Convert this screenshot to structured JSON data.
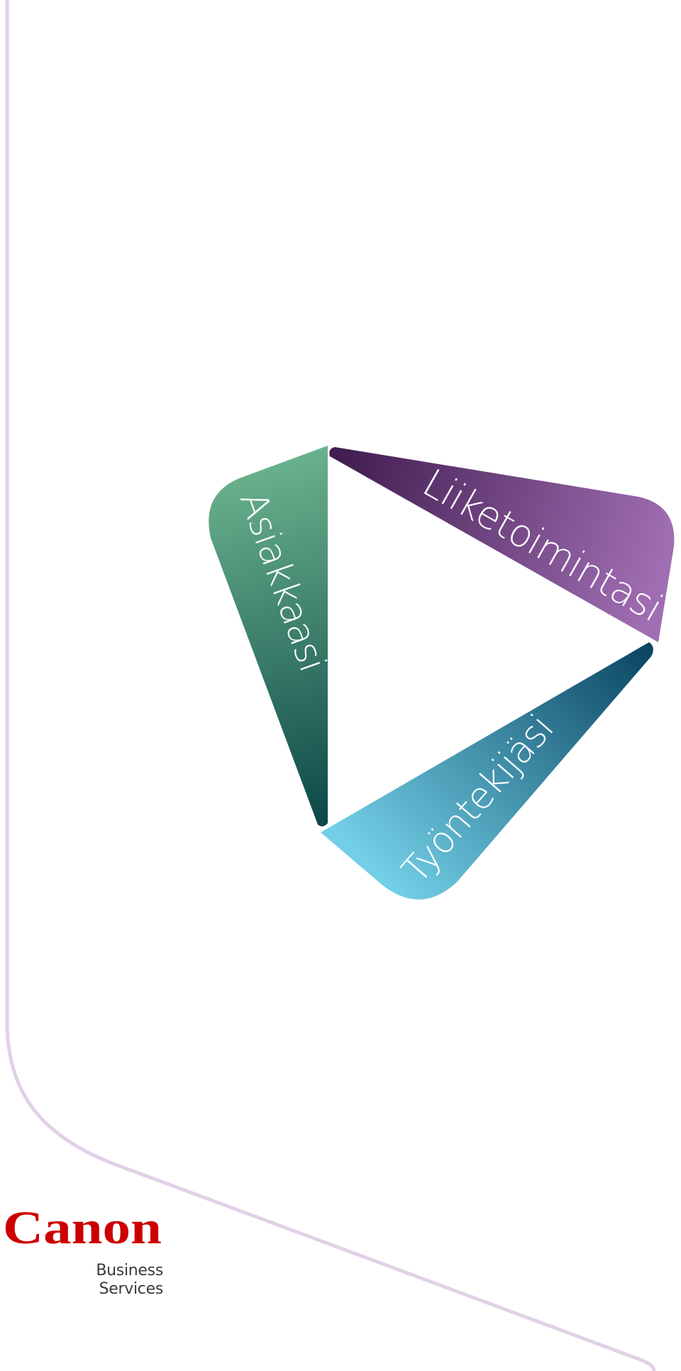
{
  "diagram": {
    "segments": [
      {
        "label": "Liiketoimintasi",
        "gradient_start": "#3f1b4e",
        "gradient_end": "#a06eb3"
      },
      {
        "label": "Asiakkaasi",
        "gradient_start": "#6cb48e",
        "gradient_end": "#0e4a49"
      },
      {
        "label": "Työntekijäsi",
        "gradient_start": "#72cfe6",
        "gradient_end": "#08425f"
      }
    ]
  },
  "decoration": {
    "border_color": "#e1d1e6"
  },
  "logo": {
    "brand": "Canon",
    "brand_color": "#cc0000",
    "line1": "Business",
    "line2": "Services"
  }
}
